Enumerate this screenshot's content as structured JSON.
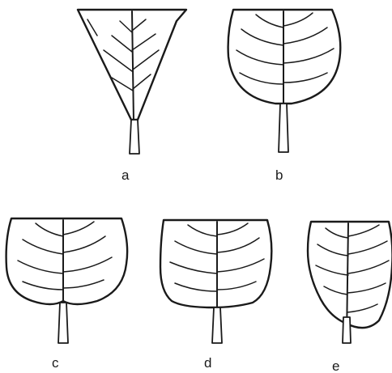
{
  "figure": {
    "leaves": [
      {
        "id": "a",
        "label": "a",
        "shape": "triangular base"
      },
      {
        "id": "b",
        "label": "b",
        "shape": "rounded base"
      },
      {
        "id": "c",
        "label": "c",
        "shape": "cordate base"
      },
      {
        "id": "d",
        "label": "d",
        "shape": "truncate base"
      },
      {
        "id": "e",
        "label": "e",
        "shape": "oblique base"
      }
    ],
    "colors": {
      "ink": "#1a1a1a",
      "background": "#ffffff"
    }
  }
}
